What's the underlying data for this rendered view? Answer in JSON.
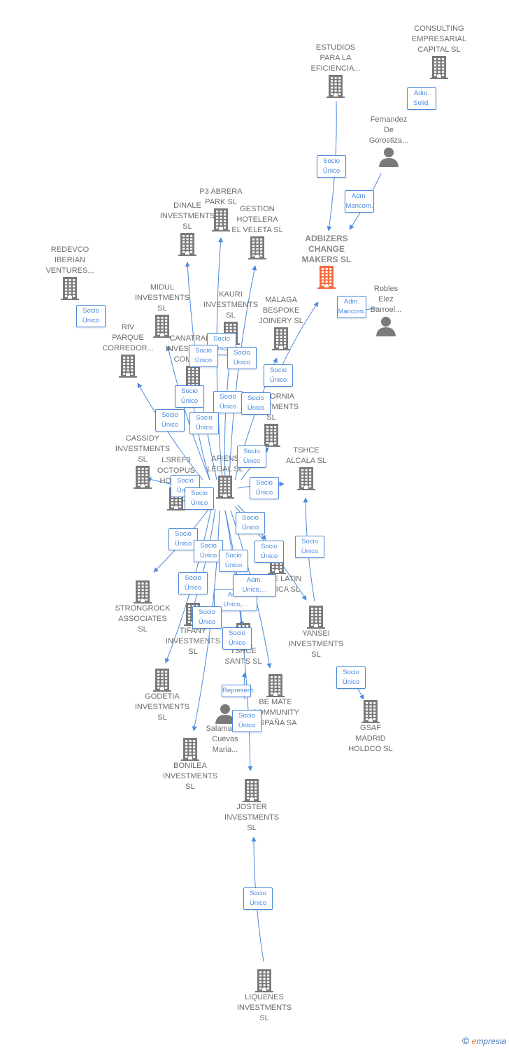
{
  "colors": {
    "edge": "#4a89dc",
    "building": "#7a7a7a",
    "focus": "#f26a3d",
    "person": "#7a7a7a"
  },
  "nodes": [
    {
      "id": "consulting",
      "label": "CONSULTING\nEMPRESARIAL\nCAPITAL SL",
      "kind": "building"
    },
    {
      "id": "estudios",
      "label": "ESTUDIOS\nPARA LA\nEFICIENCIA...",
      "kind": "building"
    },
    {
      "id": "fernandez",
      "label": "Fernandez\nDe\nGorostiza...",
      "kind": "person"
    },
    {
      "id": "adbizers",
      "label": "ADBIZERS\nCHANGE\nMAKERS SL",
      "kind": "focus"
    },
    {
      "id": "robles",
      "label": "Robles\nElez\nBarroel...",
      "kind": "person"
    },
    {
      "id": "p3",
      "label": "P3 ABRERA\nPARK SL",
      "kind": "building"
    },
    {
      "id": "dinale",
      "label": "DINALE\nINVESTMENTS\nSL",
      "kind": "building"
    },
    {
      "id": "gestion",
      "label": "GESTION\nHOTELERA\nEL VELETA SL",
      "kind": "building"
    },
    {
      "id": "redevco",
      "label": "REDEVCO\nIBERIAN\nVENTURES...",
      "kind": "building"
    },
    {
      "id": "midul",
      "label": "MIDUL\nINVESTMENTS\nSL",
      "kind": "building"
    },
    {
      "id": "kauri",
      "label": "KAURI\nINVESTMENTS\nSL",
      "kind": "building"
    },
    {
      "id": "malaga",
      "label": "MALAGA\nBESPOKE\nJOINERY SL",
      "kind": "building"
    },
    {
      "id": "riv",
      "label": "RIV\nPARQUE\nCORREDOR...",
      "kind": "building"
    },
    {
      "id": "canatrade",
      "label": "CANATRADE\nINVESTMENTS\nCOMPANY",
      "kind": "building"
    },
    {
      "id": "california",
      "label": "CALIFORNIA\nINVESTMENTS\nSL",
      "kind": "building"
    },
    {
      "id": "cassidy",
      "label": "CASSIDY\nINVESTMENTS\nSL",
      "kind": "building"
    },
    {
      "id": "lsref3",
      "label": "LSREF3\nOCTOPUS\nHOLDCO",
      "kind": "building"
    },
    {
      "id": "afiens",
      "label": "AFIENS\nLEGAL SL",
      "kind": "building"
    },
    {
      "id": "tshce_alcala",
      "label": "TSHCE\nALCALA SL",
      "kind": "building"
    },
    {
      "id": "tshce_latin",
      "label": "TSHCE LATIN\nAMERICA SL",
      "kind": "building"
    },
    {
      "id": "strongrock",
      "label": "STRONGROCK\nASSOCIATES\nSL",
      "kind": "building"
    },
    {
      "id": "tifany",
      "label": "TIFANY\nINVESTMENTS\nSL",
      "kind": "building"
    },
    {
      "id": "tshce_sants",
      "label": "TSHCE\nSANTS SL",
      "kind": "building"
    },
    {
      "id": "yansei",
      "label": "YANSEI\nINVESTMENTS\nSL",
      "kind": "building"
    },
    {
      "id": "godetia",
      "label": "GODETIA\nINVESTMENTS\nSL",
      "kind": "building"
    },
    {
      "id": "bemate",
      "label": "BE MATE\nCOMMUNITY\nESPAÑA SA",
      "kind": "building"
    },
    {
      "id": "salamanca",
      "label": "Salamanca\nCuevas\nMaria...",
      "kind": "person"
    },
    {
      "id": "gsaf",
      "label": "GSAF\nMADRID\nHOLDCO SL",
      "kind": "building"
    },
    {
      "id": "bonilea",
      "label": "BONILEA\nINVESTMENTS\nSL",
      "kind": "building"
    },
    {
      "id": "joster",
      "label": "JOSTER\nINVESTMENTS\nSL",
      "kind": "building"
    },
    {
      "id": "liquenes",
      "label": "LIQUENES\nINVESTMENTS\nSL",
      "kind": "building"
    }
  ],
  "edges": [
    {
      "from": "consulting",
      "to": "fernandez"
    },
    {
      "from": "estudios",
      "to": "adbizers"
    },
    {
      "from": "fernandez",
      "to": "adbizers"
    },
    {
      "from": "robles",
      "to": "adbizers"
    },
    {
      "from": "redevco",
      "to": "redevco"
    },
    {
      "from": "afiens",
      "to": "adbizers"
    },
    {
      "from": "afiens",
      "to": "p3"
    },
    {
      "from": "afiens",
      "to": "dinale"
    },
    {
      "from": "afiens",
      "to": "gestion"
    },
    {
      "from": "afiens",
      "to": "midul"
    },
    {
      "from": "afiens",
      "to": "kauri"
    },
    {
      "from": "afiens",
      "to": "malaga"
    },
    {
      "from": "afiens",
      "to": "riv"
    },
    {
      "from": "afiens",
      "to": "canatrade"
    },
    {
      "from": "afiens",
      "to": "california"
    },
    {
      "from": "afiens",
      "to": "cassidy"
    },
    {
      "from": "afiens",
      "to": "lsref3"
    },
    {
      "from": "afiens",
      "to": "tshce_alcala"
    },
    {
      "from": "afiens",
      "to": "tshce_latin"
    },
    {
      "from": "afiens",
      "to": "strongrock"
    },
    {
      "from": "afiens",
      "to": "tifany"
    },
    {
      "from": "afiens",
      "to": "tshce_sants"
    },
    {
      "from": "afiens",
      "to": "yansei"
    },
    {
      "from": "afiens",
      "to": "godetia"
    },
    {
      "from": "afiens",
      "to": "bemate"
    },
    {
      "from": "afiens",
      "to": "bonilea"
    },
    {
      "from": "afiens",
      "to": "joster"
    },
    {
      "from": "yansei",
      "to": "tshce_alcala"
    },
    {
      "from": "yansei",
      "to": "gsaf"
    },
    {
      "from": "salamanca",
      "to": "tshce_sants"
    },
    {
      "from": "liquenes",
      "to": "joster"
    }
  ],
  "badges": [
    {
      "id": "b1",
      "text": "Adm.\nSolid."
    },
    {
      "id": "b2",
      "text": "Socio\nÚnico"
    },
    {
      "id": "b3",
      "text": "Adm.\nMancom."
    },
    {
      "id": "b4",
      "text": "Adm.\nMancom."
    },
    {
      "id": "b5",
      "text": "Socio\nÚnico"
    },
    {
      "id": "b6",
      "text": "Socio\nÚnico"
    },
    {
      "id": "b7",
      "text": "Socio\nÚnico"
    },
    {
      "id": "b8",
      "text": "Socio\nÚnico"
    },
    {
      "id": "b9",
      "text": "Socio\nÚnico"
    },
    {
      "id": "b10",
      "text": "Socio\nÚnico"
    },
    {
      "id": "b11",
      "text": "Socio\nÚnico"
    },
    {
      "id": "b12",
      "text": "Socio\nÚnico"
    },
    {
      "id": "b13",
      "text": "Socio\nÚnico"
    },
    {
      "id": "b14",
      "text": "Socio\nÚnico"
    },
    {
      "id": "b15",
      "text": "Socio\nÚnico"
    },
    {
      "id": "b16",
      "text": "Socio\nÚnico"
    },
    {
      "id": "b17",
      "text": "Socio\nÚnico"
    },
    {
      "id": "b18",
      "text": "Socio\nÚnico"
    },
    {
      "id": "b19",
      "text": "Socio\nÚnico"
    },
    {
      "id": "b20",
      "text": "Socio\nÚnico"
    },
    {
      "id": "b21",
      "text": "Socio\nÚnico"
    },
    {
      "id": "b22",
      "text": "Socio\nÚnico"
    },
    {
      "id": "b23",
      "text": "Socio\nÚnico"
    },
    {
      "id": "b24",
      "text": "Socio\nÚnico"
    },
    {
      "id": "b25",
      "text": "Socio\nÚnico"
    },
    {
      "id": "b26",
      "text": "Adm.\nUnico,..."
    },
    {
      "id": "b27",
      "text": "Adm.\nUnico,..."
    },
    {
      "id": "b28",
      "text": "Socio\nÚnico"
    },
    {
      "id": "b29",
      "text": "Socio\nÚnico"
    },
    {
      "id": "b30",
      "text": "Socio\nÚnico"
    },
    {
      "id": "b31",
      "text": "Represent."
    },
    {
      "id": "b32",
      "text": "Socio\nÚnico"
    },
    {
      "id": "b33",
      "text": "Socio\nÚnico"
    }
  ],
  "brand": {
    "symbol": "©",
    "initial": "e",
    "rest": "mpresia"
  }
}
